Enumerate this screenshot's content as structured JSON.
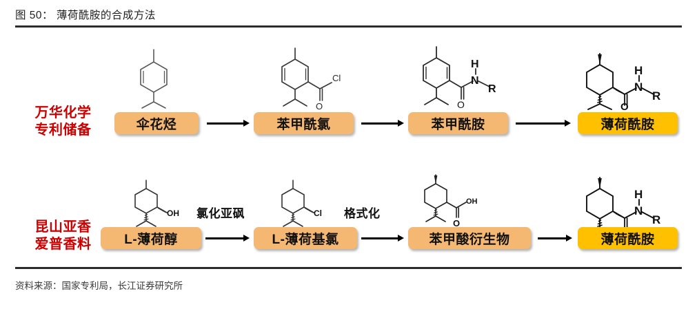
{
  "figure": {
    "title": "图 50： 薄荷酰胺的合成方法",
    "source": "资料来源：国家专利局，长江证券研究所"
  },
  "rows": [
    {
      "id": "row-wanhua",
      "label_line1": "万华化学",
      "label_line2": "专利储备",
      "label_color": "#cc0000",
      "steps": [
        {
          "label": "伞花烃",
          "style": "light",
          "structure": "p-cymene"
        },
        {
          "label": "苯甲酰氯",
          "style": "light",
          "structure": "benzoyl-chloride"
        },
        {
          "label": "苯甲酰胺",
          "style": "light",
          "structure": "benzamide"
        },
        {
          "label": "薄荷酰胺",
          "style": "gold",
          "structure": "menthyl-amide"
        }
      ],
      "arrow_captions": [
        "",
        "",
        ""
      ]
    },
    {
      "id": "row-yaxiang",
      "label_line1": "昆山亚香",
      "label_line2": "爱普香料",
      "label_color": "#cc0000",
      "steps": [
        {
          "label": "L-薄荷醇",
          "style": "light",
          "structure": "l-menthol"
        },
        {
          "label": "L-薄荷基氯",
          "style": "light",
          "structure": "menthyl-chloride"
        },
        {
          "label": "苯甲酸衍生物",
          "style": "light",
          "structure": "menthyl-carboxylic-acid"
        },
        {
          "label": "薄荷酰胺",
          "style": "gold",
          "structure": "menthyl-amide"
        }
      ],
      "arrow_captions": [
        "氯化亚砜",
        "格式化",
        ""
      ]
    }
  ],
  "structure_labels": {
    "cl": "Cl",
    "o": "O",
    "oh": "OH",
    "n": "N",
    "h": "H",
    "r": "R"
  },
  "colors": {
    "box_light": "#f5b873",
    "box_gold": "#ffc000",
    "accent_red": "#cc0000",
    "rule": "#2b2b2b",
    "structure_stroke": "#555555",
    "structure_stroke_dark": "#111111"
  }
}
